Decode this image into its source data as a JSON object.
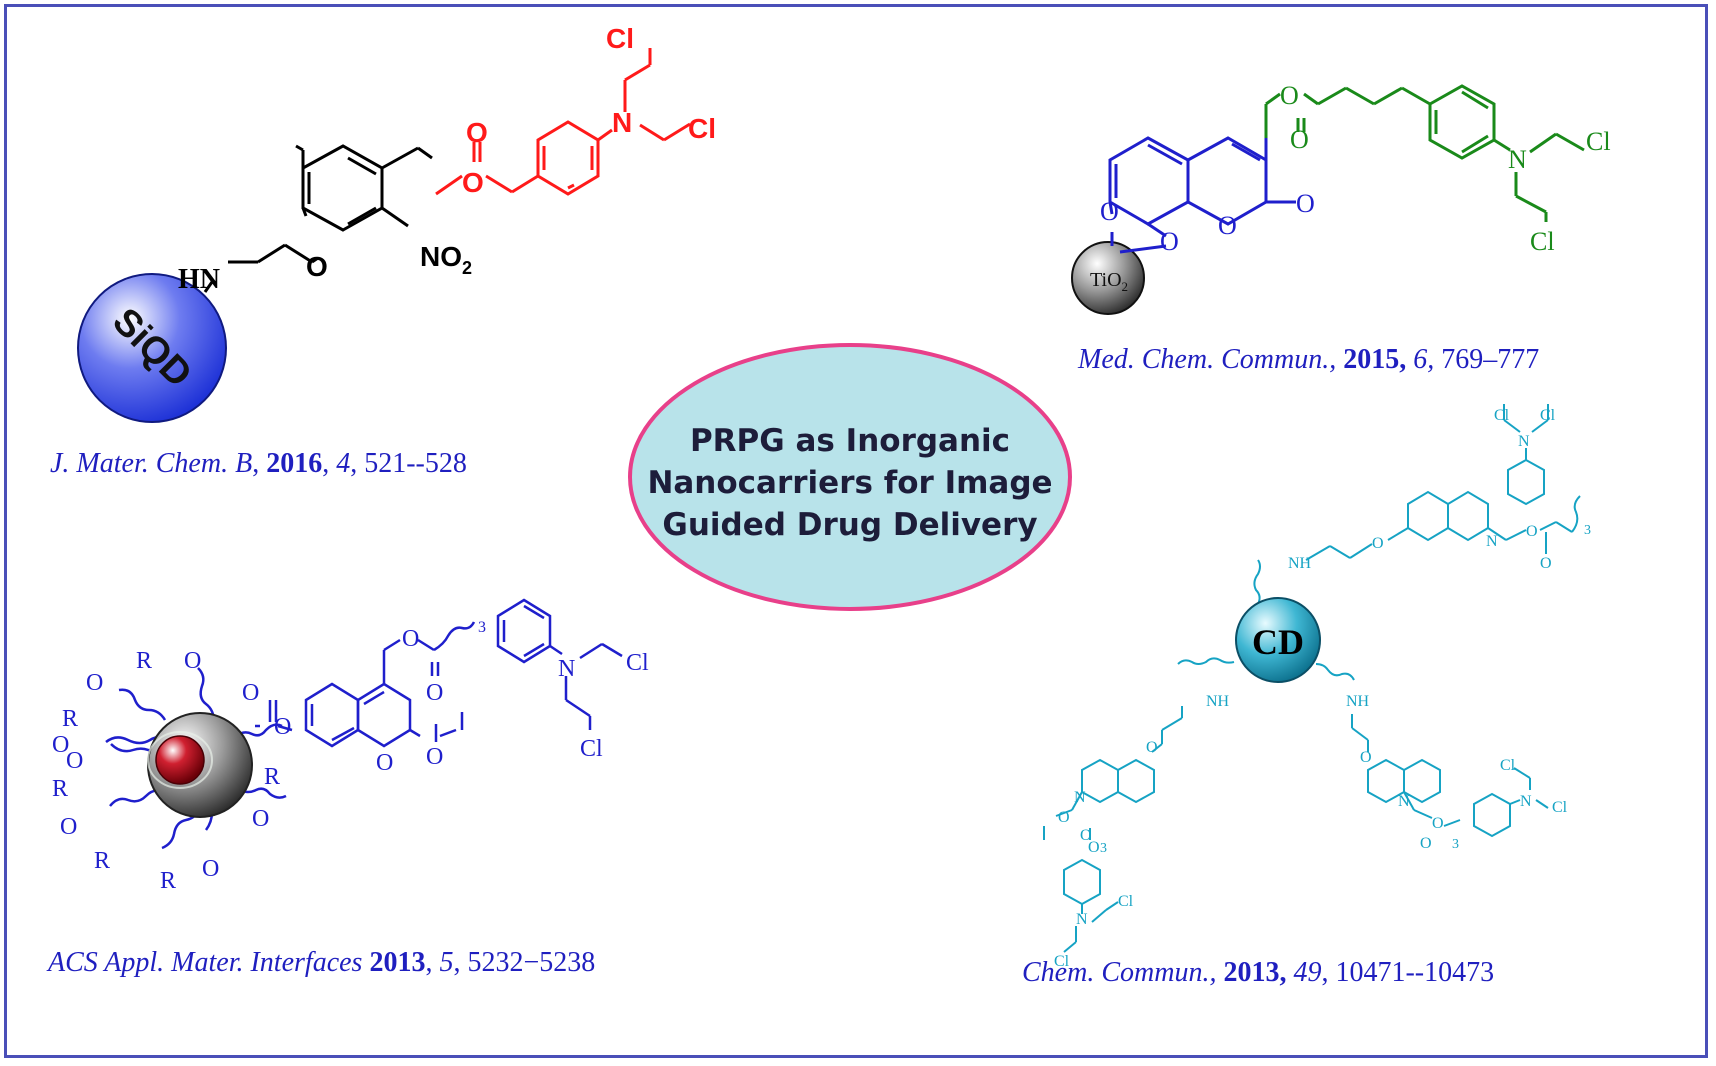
{
  "center_title": "PRPG as Inorganic Nanocarriers for Image Guided Drug Delivery",
  "panels": {
    "siqd": {
      "core_label": "SiQD",
      "citation": {
        "journal": "J. Mater. Chem. B",
        "sep1": ", ",
        "year": "2016",
        "sep2": ", ",
        "volume": "4",
        "pages": ", 521--528"
      },
      "atoms": {
        "hn": "HN",
        "o_ether": "O",
        "o_ester1": "O",
        "o_ester2": "O",
        "no2": "NO",
        "no2_sub": "2",
        "n": "N",
        "cl1": "Cl",
        "cl2": "Cl"
      }
    },
    "tio2": {
      "core_label": "TiO",
      "core_sub": "2",
      "citation": {
        "journal": "Med. Chem. Commun.,",
        "year": "2015,",
        "volume": "6,",
        "pages": "769–777"
      },
      "atoms": {
        "o1": "O",
        "o2": "O",
        "o3": "O",
        "o4": "O",
        "o5": "O",
        "o6": "O",
        "n": "N",
        "cl1": "Cl",
        "cl2": "Cl"
      }
    },
    "mixed": {
      "citation": {
        "journal": "ACS Appl. Mater. Interfaces",
        "year": "2013",
        "volume": "5",
        "pages": "5232−5238"
      },
      "atoms": {
        "r": "R",
        "o": "O",
        "n": "N",
        "cl1": "Cl",
        "cl2": "Cl",
        "sub3": "3"
      }
    },
    "cd": {
      "core_label": "CD",
      "citation": {
        "journal": "Chem. Commun.,",
        "year": "2013,",
        "volume": "49",
        "pages": ", 10471--10473"
      },
      "atoms": {
        "nh": "NH",
        "o": "O",
        "n": "N",
        "cl": "Cl",
        "sub3": "3"
      }
    }
  },
  "colors": {
    "border": "#4a4fb8",
    "red_fragment": "#ff1a1a",
    "green_fragment": "#1a8a1a",
    "blue_fragment": "#1f1fcc",
    "cyan_fragment": "#16a3c4",
    "ellipse_fill": "#b8e3ea",
    "ellipse_border": "#e8408a"
  }
}
